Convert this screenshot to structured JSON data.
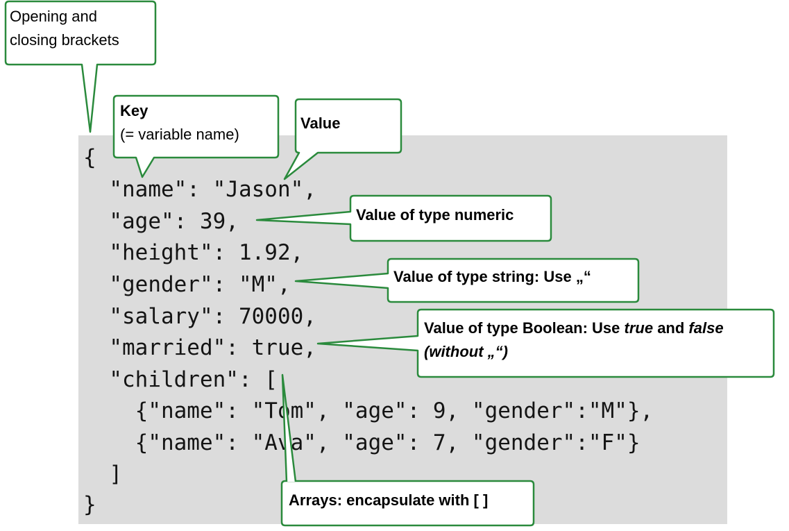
{
  "colors": {
    "code_background": "#dcdcdc",
    "callout_border": "#2a8a3c",
    "callout_fill": "#ffffff",
    "text": "#000000"
  },
  "code_lines": [
    "{",
    "  \"name\": \"Jason\",",
    "  \"age\": 39,",
    "  \"height\": 1.92,",
    "  \"gender\": \"M\",",
    "  \"salary\": 70000,",
    "  \"married\": true,",
    "  \"children\": [",
    "    {\"name\": \"Tom\", \"age\": 9, \"gender\":\"M\"},",
    "    {\"name\": \"Ava\", \"age\": 7, \"gender\":\"F\"}",
    "  ]",
    "}"
  ],
  "callouts": {
    "brackets": {
      "line1": "Opening and",
      "line2": "closing brackets"
    },
    "key": {
      "title": "Key",
      "subtitle": "(= variable name)"
    },
    "value": {
      "text": "Value"
    },
    "numeric": {
      "text": "Value of type numeric"
    },
    "string": {
      "text": "Value of type string: Use „“"
    },
    "boolean": {
      "part1": "Value of type Boolean: Use ",
      "true_word": "true",
      "part2": " and ",
      "false_word": "false",
      "line2": "(without „“)"
    },
    "arrays": {
      "text": "Arrays: encapsulate with [ ]"
    }
  }
}
